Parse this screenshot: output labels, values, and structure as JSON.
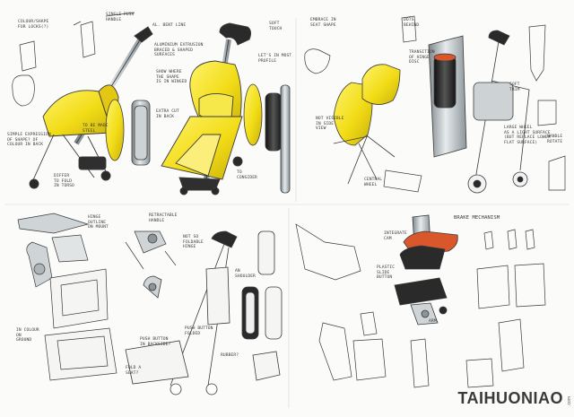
{
  "colors": {
    "accent_yellow": "#f2dc17",
    "accent_shadow": "#c9b10b",
    "frame_grey": "#9aa2a6",
    "dark_grip": "#2a2a2a",
    "line": "#3a3a3a",
    "brake_orange": "#d9572b"
  },
  "notes": {
    "q1_colour_hooks": "COLOUR/SHAPE\nFOR LOCKS(?)",
    "q1_single_push": "SINGLE PUSH\nHANDLE",
    "q1_pipe_form": "AL. BENT LINE",
    "q1_aluminium": "ALUMINIUM EXTRUSION\nBRACED & SHAPED\nSURFACES",
    "q1_soft_touch": "SOFT\nTOUCH",
    "q1_show_where": "SHOW WHERE\nTHE SHAPE\nIS IN WINGED",
    "q1_let_it_pop": "LET'S IN MOST\nPROFILE",
    "q1_colour_way": "SIMPLE EXPRESSION\nOF SHAPE? OF\nCOLOUR IN BACK",
    "q1_to_be_made": "TO BE MADE\nSTEEL",
    "q1_leg_shape": "DIFFER\nTO FOLD\nIN TORSO",
    "q1_extra_cut": "EXTRA CUT\nIN BACK",
    "q1_to_consider": "TO\nCONSIDER",
    "q2_embrace": "EMBRACE IN\nSEAT SHAPE",
    "q2_dots": "DOTS\nBEHIND",
    "q2_transition": "TRANSITION\nOF HINGE\nDISC",
    "q2_soft_trim": "SOFT\nTRIM",
    "q2_not_visible": "NOT VISIBLE\nIN SIDE\nVIEW",
    "q2_central_wheel": "CENTRAL\nWHEEL",
    "q2_large_wheel": "LARGE WHEEL\nAS A LIGHT SURFACE\n(BUT REPLACE LOWER\nFLAT SURFACE)",
    "q2_handle_rotate": "HANDLE\nROTATE",
    "q3_hinge": "HINGE\nOUTLINE\nON MOUNT",
    "q3_retractable": "RETRACTABLE\nHANDLE",
    "q3_not_so_fold": "NOT SO\nFOLDABLE\nHINGE",
    "q3_in_colour": "IN COLOUR\nON\nGROUND",
    "q3_push_button": "PUSH BUTTON\nIN BACKSIDE?",
    "q3_button_fold": "PUSH BUTTON\nFOLDED",
    "q3_fold_a_seat": "FOLD A\nSEAT?",
    "q3_rubber": "RUBBER?",
    "q3_shoulder": "AN\nSHOULDER",
    "q4_brake": "BRAKE MECHANISM",
    "q4_integrate": "INTEGRATE\nCAM",
    "q4_plastic": "PLASTIC\nSLIDE\nBUTTON",
    "q4_arm": "ARM"
  },
  "watermark": {
    "text": "TAIHUONIAO",
    "sub": ".com"
  }
}
